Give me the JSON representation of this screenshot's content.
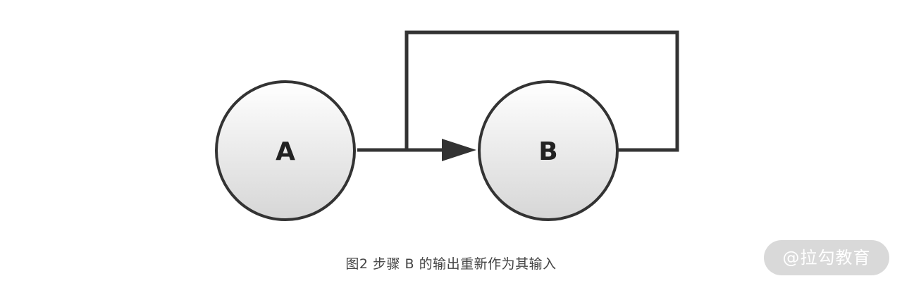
{
  "nodes": {
    "a": {
      "label": "A"
    },
    "b": {
      "label": "B"
    }
  },
  "caption": "图2 步骤 B 的输出重新作为其输入",
  "watermark": "@拉勾教育",
  "colors": {
    "stroke": "#333333",
    "node_fill_top": "#ffffff",
    "node_fill_bottom": "#d8d8d8",
    "caption": "#444444",
    "watermark_bg": "#d9d9d9"
  }
}
